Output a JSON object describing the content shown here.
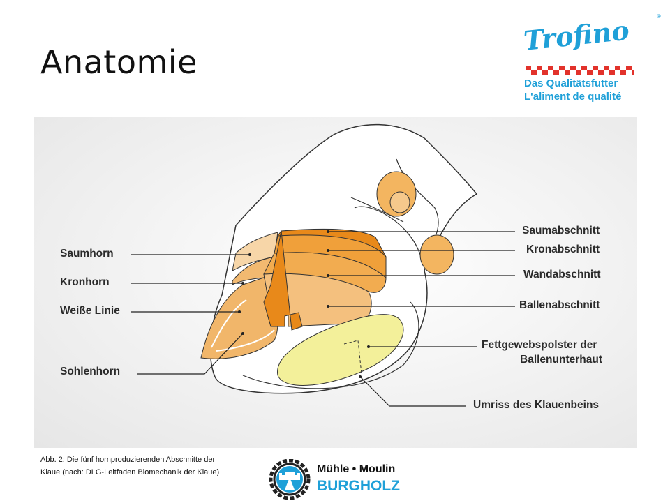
{
  "slide": {
    "title": "Anatomie"
  },
  "logo_trofino": {
    "brand": "Trofino",
    "registered": "®",
    "slogan_de": "Das Qualitätsfutter",
    "slogan_fr": "L'aliment de qualité"
  },
  "diagram": {
    "left_labels": [
      "Saumhorn",
      "Kronhorn",
      "Weiße Linie",
      "Sohlenhorn"
    ],
    "right_labels": [
      "Saumabschnitt",
      "Kronabschnitt",
      "Wandabschnitt",
      "Ballenabschnitt",
      "Fettgewebspolster der",
      "Ballenunterhaut",
      "Umriss des Klauenbeins"
    ]
  },
  "caption": {
    "line1": "Abb. 2: Die fünf hornproduzierenden Abschnitte der",
    "line2": "Klaue (nach: DLG-Leitfaden Biomechanik der Klaue)"
  },
  "logo_burgholz": {
    "line1": "Mühle • Moulin",
    "line2": "BURGHOLZ"
  },
  "colors": {
    "orange_dark": "#e8891a",
    "orange_mid": "#f2a94a",
    "orange_light": "#f6c98c",
    "yellow": "#f3f09a",
    "brand_blue": "#1fa0d8",
    "brand_red": "#e2322b"
  }
}
